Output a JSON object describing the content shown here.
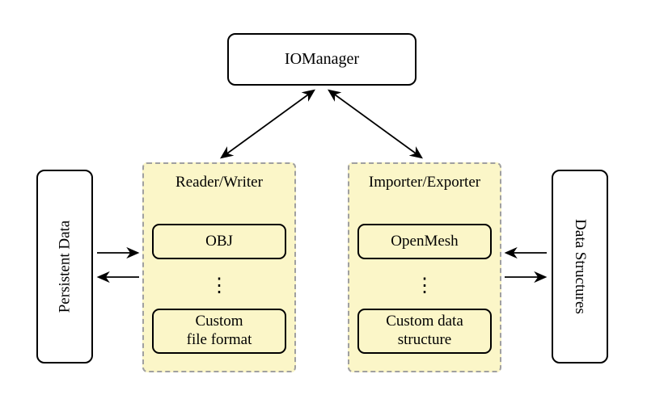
{
  "diagram": {
    "iomanager": {
      "label": "IOManager"
    },
    "left_box": {
      "label": "Persistent Data"
    },
    "right_box": {
      "label": "Data Structures"
    },
    "reader_writer_group": {
      "label": "Reader/Writer",
      "items": [
        {
          "label": "OBJ"
        },
        {
          "label": "⋮"
        },
        {
          "label": "Custom\nfile format"
        }
      ]
    },
    "importer_exporter_group": {
      "label": "Importer/Exporter",
      "items": [
        {
          "label": "OpenMesh"
        },
        {
          "label": "⋮"
        },
        {
          "label": "Custom data\nstructure"
        }
      ]
    },
    "colors": {
      "group_fill": "#FBF6C8",
      "group_border": "#A0A0A0",
      "node_border": "#000000",
      "arrow": "#000000",
      "background": "#FFFFFF"
    }
  }
}
